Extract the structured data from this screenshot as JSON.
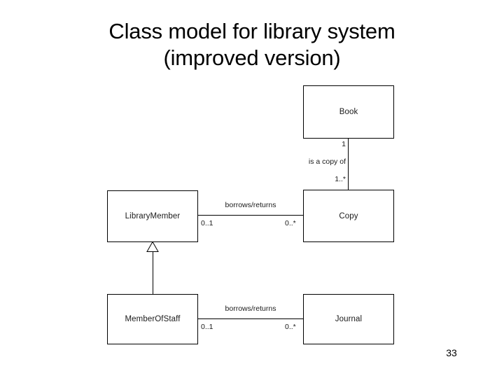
{
  "slide": {
    "title": "Class model for library system\n(improved version)",
    "page_number": "33",
    "background_color": "#ffffff",
    "line_color": "#000000",
    "text_color": "#1a1a1a"
  },
  "diagram": {
    "type": "uml-class-diagram",
    "classes": [
      {
        "id": "book",
        "name": "Book"
      },
      {
        "id": "copy",
        "name": "Copy"
      },
      {
        "id": "member",
        "name": "LibraryMember"
      },
      {
        "id": "staff",
        "name": "MemberOfStaff"
      },
      {
        "id": "journal",
        "name": "Journal"
      }
    ],
    "associations": [
      {
        "id": "book-copy",
        "from": "copy",
        "to": "book",
        "label": "is a copy of",
        "from_multiplicity": "1..*",
        "to_multiplicity": "1",
        "orientation": "vertical"
      },
      {
        "id": "member-copy",
        "from": "member",
        "to": "copy",
        "label": "borrows/returns",
        "from_multiplicity": "0..1",
        "to_multiplicity": "0..*",
        "orientation": "horizontal"
      },
      {
        "id": "staff-journal",
        "from": "staff",
        "to": "journal",
        "label": "borrows/returns",
        "from_multiplicity": "0..1",
        "to_multiplicity": "0..*",
        "orientation": "horizontal"
      }
    ],
    "generalizations": [
      {
        "id": "staff-is-a-member",
        "subclass": "staff",
        "superclass": "member",
        "arrow": "hollow-triangle"
      }
    ]
  }
}
